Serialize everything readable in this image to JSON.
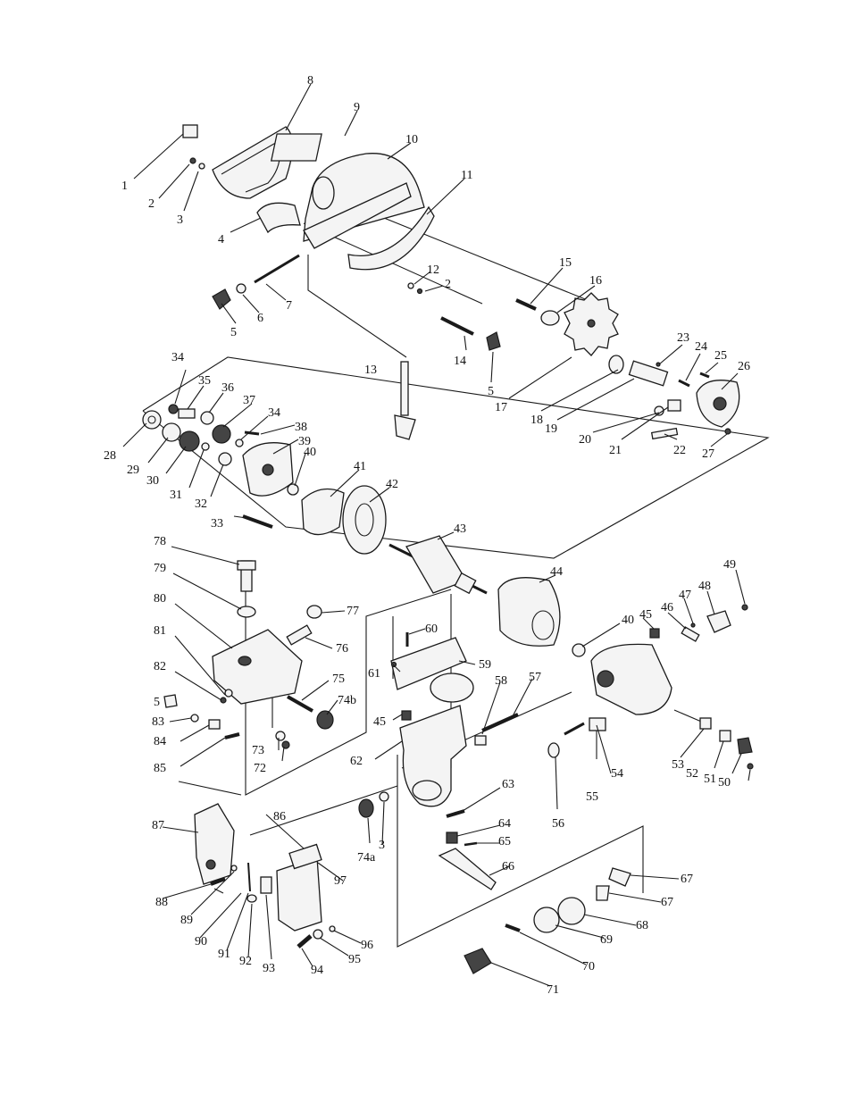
{
  "diagram": {
    "type": "exploded-parts-diagram",
    "parts": [
      {
        "id": "p1",
        "label": "1"
      },
      {
        "id": "p2a",
        "label": "2"
      },
      {
        "id": "p3a",
        "label": "3"
      },
      {
        "id": "p4",
        "label": "4"
      },
      {
        "id": "p5a",
        "label": "5"
      },
      {
        "id": "p6",
        "label": "6"
      },
      {
        "id": "p7",
        "label": "7"
      },
      {
        "id": "p8",
        "label": "8"
      },
      {
        "id": "p9",
        "label": "9"
      },
      {
        "id": "p10",
        "label": "10"
      },
      {
        "id": "p11",
        "label": "11"
      },
      {
        "id": "p12",
        "label": "12"
      },
      {
        "id": "p2b",
        "label": "2"
      },
      {
        "id": "p13",
        "label": "13"
      },
      {
        "id": "p14",
        "label": "14"
      },
      {
        "id": "p5b",
        "label": "5"
      },
      {
        "id": "p15",
        "label": "15"
      },
      {
        "id": "p16",
        "label": "16"
      },
      {
        "id": "p17",
        "label": "17"
      },
      {
        "id": "p18",
        "label": "18"
      },
      {
        "id": "p19",
        "label": "19"
      },
      {
        "id": "p20",
        "label": "20"
      },
      {
        "id": "p21",
        "label": "21"
      },
      {
        "id": "p22",
        "label": "22"
      },
      {
        "id": "p23",
        "label": "23"
      },
      {
        "id": "p24",
        "label": "24"
      },
      {
        "id": "p25",
        "label": "25"
      },
      {
        "id": "p26",
        "label": "26"
      },
      {
        "id": "p27",
        "label": "27"
      },
      {
        "id": "p28",
        "label": "28"
      },
      {
        "id": "p29",
        "label": "29"
      },
      {
        "id": "p30",
        "label": "30"
      },
      {
        "id": "p31",
        "label": "31"
      },
      {
        "id": "p32",
        "label": "32"
      },
      {
        "id": "p33",
        "label": "33"
      },
      {
        "id": "p34a",
        "label": "34"
      },
      {
        "id": "p35",
        "label": "35"
      },
      {
        "id": "p36",
        "label": "36"
      },
      {
        "id": "p37",
        "label": "37"
      },
      {
        "id": "p34b",
        "label": "34"
      },
      {
        "id": "p38",
        "label": "38"
      },
      {
        "id": "p39",
        "label": "39"
      },
      {
        "id": "p40a",
        "label": "40"
      },
      {
        "id": "p41",
        "label": "41"
      },
      {
        "id": "p42",
        "label": "42"
      },
      {
        "id": "p43",
        "label": "43"
      },
      {
        "id": "p44",
        "label": "44"
      },
      {
        "id": "p40b",
        "label": "40"
      },
      {
        "id": "p45a",
        "label": "45"
      },
      {
        "id": "p46",
        "label": "46"
      },
      {
        "id": "p47",
        "label": "47"
      },
      {
        "id": "p48",
        "label": "48"
      },
      {
        "id": "p49",
        "label": "49"
      },
      {
        "id": "p50",
        "label": "50"
      },
      {
        "id": "p51",
        "label": "51"
      },
      {
        "id": "p52",
        "label": "52"
      },
      {
        "id": "p53",
        "label": "53"
      },
      {
        "id": "p54",
        "label": "54"
      },
      {
        "id": "p55",
        "label": "55"
      },
      {
        "id": "p56",
        "label": "56"
      },
      {
        "id": "p57",
        "label": "57"
      },
      {
        "id": "p58",
        "label": "58"
      },
      {
        "id": "p59",
        "label": "59"
      },
      {
        "id": "p60",
        "label": "60"
      },
      {
        "id": "p61",
        "label": "61"
      },
      {
        "id": "p45b",
        "label": "45"
      },
      {
        "id": "p62",
        "label": "62"
      },
      {
        "id": "p63",
        "label": "63"
      },
      {
        "id": "p64",
        "label": "64"
      },
      {
        "id": "p65",
        "label": "65"
      },
      {
        "id": "p66",
        "label": "66"
      },
      {
        "id": "p67a",
        "label": "67"
      },
      {
        "id": "p67b",
        "label": "67"
      },
      {
        "id": "p68",
        "label": "68"
      },
      {
        "id": "p69",
        "label": "69"
      },
      {
        "id": "p70",
        "label": "70"
      },
      {
        "id": "p71",
        "label": "71"
      },
      {
        "id": "p72",
        "label": "72"
      },
      {
        "id": "p73",
        "label": "73"
      },
      {
        "id": "p74a",
        "label": "74a"
      },
      {
        "id": "p74b",
        "label": "74b"
      },
      {
        "id": "p75",
        "label": "75"
      },
      {
        "id": "p76",
        "label": "76"
      },
      {
        "id": "p77",
        "label": "77"
      },
      {
        "id": "p78",
        "label": "78"
      },
      {
        "id": "p79",
        "label": "79"
      },
      {
        "id": "p80",
        "label": "80"
      },
      {
        "id": "p81",
        "label": "81"
      },
      {
        "id": "p82",
        "label": "82"
      },
      {
        "id": "p5c",
        "label": "5"
      },
      {
        "id": "p83",
        "label": "83"
      },
      {
        "id": "p84",
        "label": "84"
      },
      {
        "id": "p85",
        "label": "85"
      },
      {
        "id": "p3b",
        "label": "3"
      },
      {
        "id": "p86",
        "label": "86"
      },
      {
        "id": "p87",
        "label": "87"
      },
      {
        "id": "p88",
        "label": "88"
      },
      {
        "id": "p89",
        "label": "89"
      },
      {
        "id": "p90",
        "label": "90"
      },
      {
        "id": "p91",
        "label": "91"
      },
      {
        "id": "p92",
        "label": "92"
      },
      {
        "id": "p93",
        "label": "93"
      },
      {
        "id": "p94",
        "label": "94"
      },
      {
        "id": "p95",
        "label": "95"
      },
      {
        "id": "p96",
        "label": "96"
      },
      {
        "id": "p97",
        "label": "97"
      }
    ]
  }
}
